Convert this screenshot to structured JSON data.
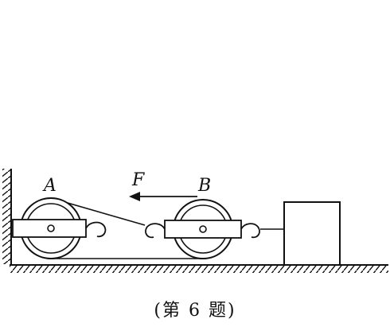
{
  "labels": {
    "pulley_a": "A",
    "pulley_b": "B",
    "force": "F"
  },
  "caption": "(第 6 题)",
  "colors": {
    "ink": "#111111",
    "background": "#ffffff"
  }
}
